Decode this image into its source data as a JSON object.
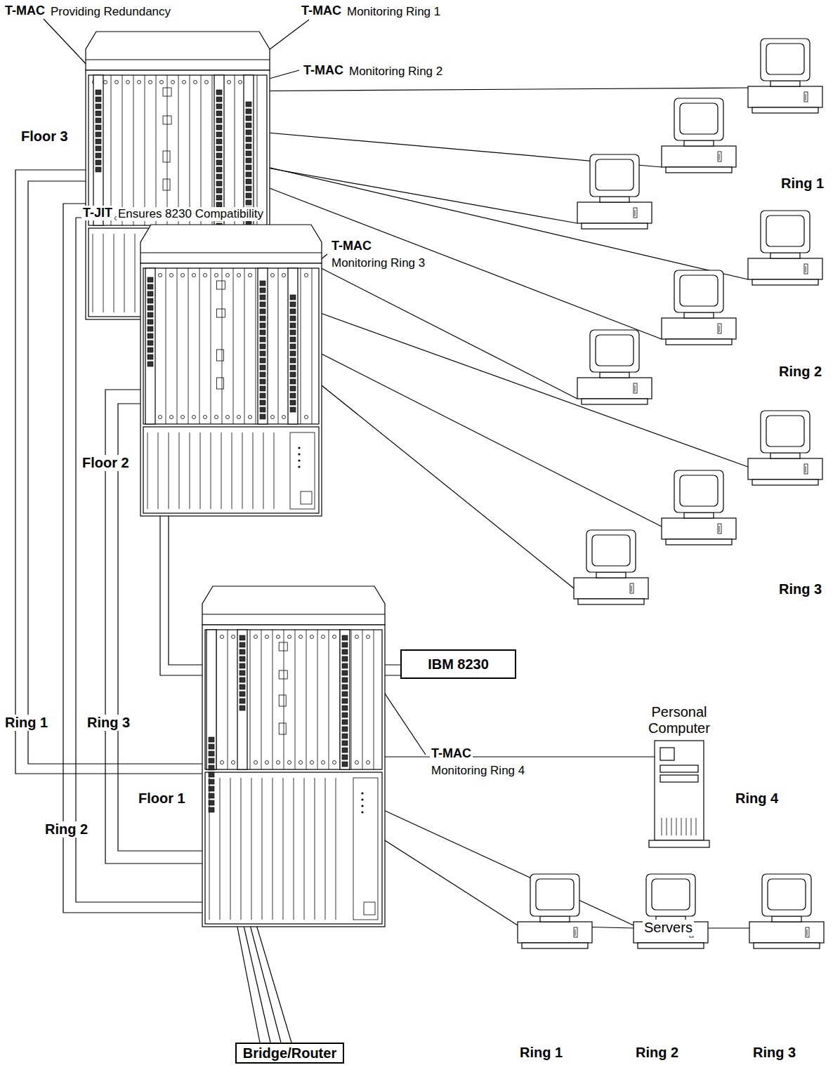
{
  "diagram": {
    "nodes": [
      {
        "text": [
          "IBM 8230"
        ]
      },
      {
        "text": [
          "Bridge/Router"
        ]
      }
    ],
    "labels": [
      "T-MAC",
      "Providing Redundancy",
      "T-MAC",
      "Monitoring Ring 1",
      "T-MAC",
      "Monitoring Ring 2",
      "Floor 3",
      "Ring 1",
      "Ring 2",
      "T-JIT",
      "Ensures 8230 Compatibility",
      "T-MAC",
      "Monitoring Ring 3",
      "Floor 2",
      "Ring 3",
      "Ring 1",
      "Ring 3",
      "Floor 1",
      "Ring 2",
      "T-MAC",
      "Monitoring Ring 4",
      "Personal Computer",
      "Ring 4",
      "Servers",
      "Ring 1",
      "Ring 2",
      "Ring 3"
    ]
  }
}
